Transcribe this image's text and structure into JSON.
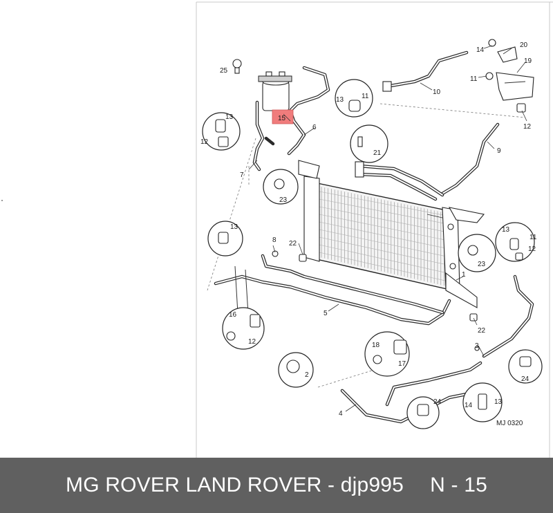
{
  "footer": {
    "title": "MG ROVER LAND ROVER - djp995",
    "page": "N - 15"
  },
  "diagram": {
    "reference": "MJ 0320",
    "highlight_color": "#f07c7c",
    "highlighted_part": "15",
    "labels": {
      "p1": "1",
      "p2": "2",
      "p3": "3",
      "p4": "4",
      "p5": "5",
      "p6": "6",
      "p7": "7",
      "p8": "8",
      "p9": "9",
      "p10": "10",
      "p11": "11",
      "p12": "12",
      "p13": "13",
      "p14": "14",
      "p15": "15",
      "p16": "16",
      "p17": "17",
      "p18": "18",
      "p19": "19",
      "p20": "20",
      "p21": "21",
      "p22": "22",
      "p23": "23",
      "p24": "24",
      "p25": "25"
    }
  }
}
